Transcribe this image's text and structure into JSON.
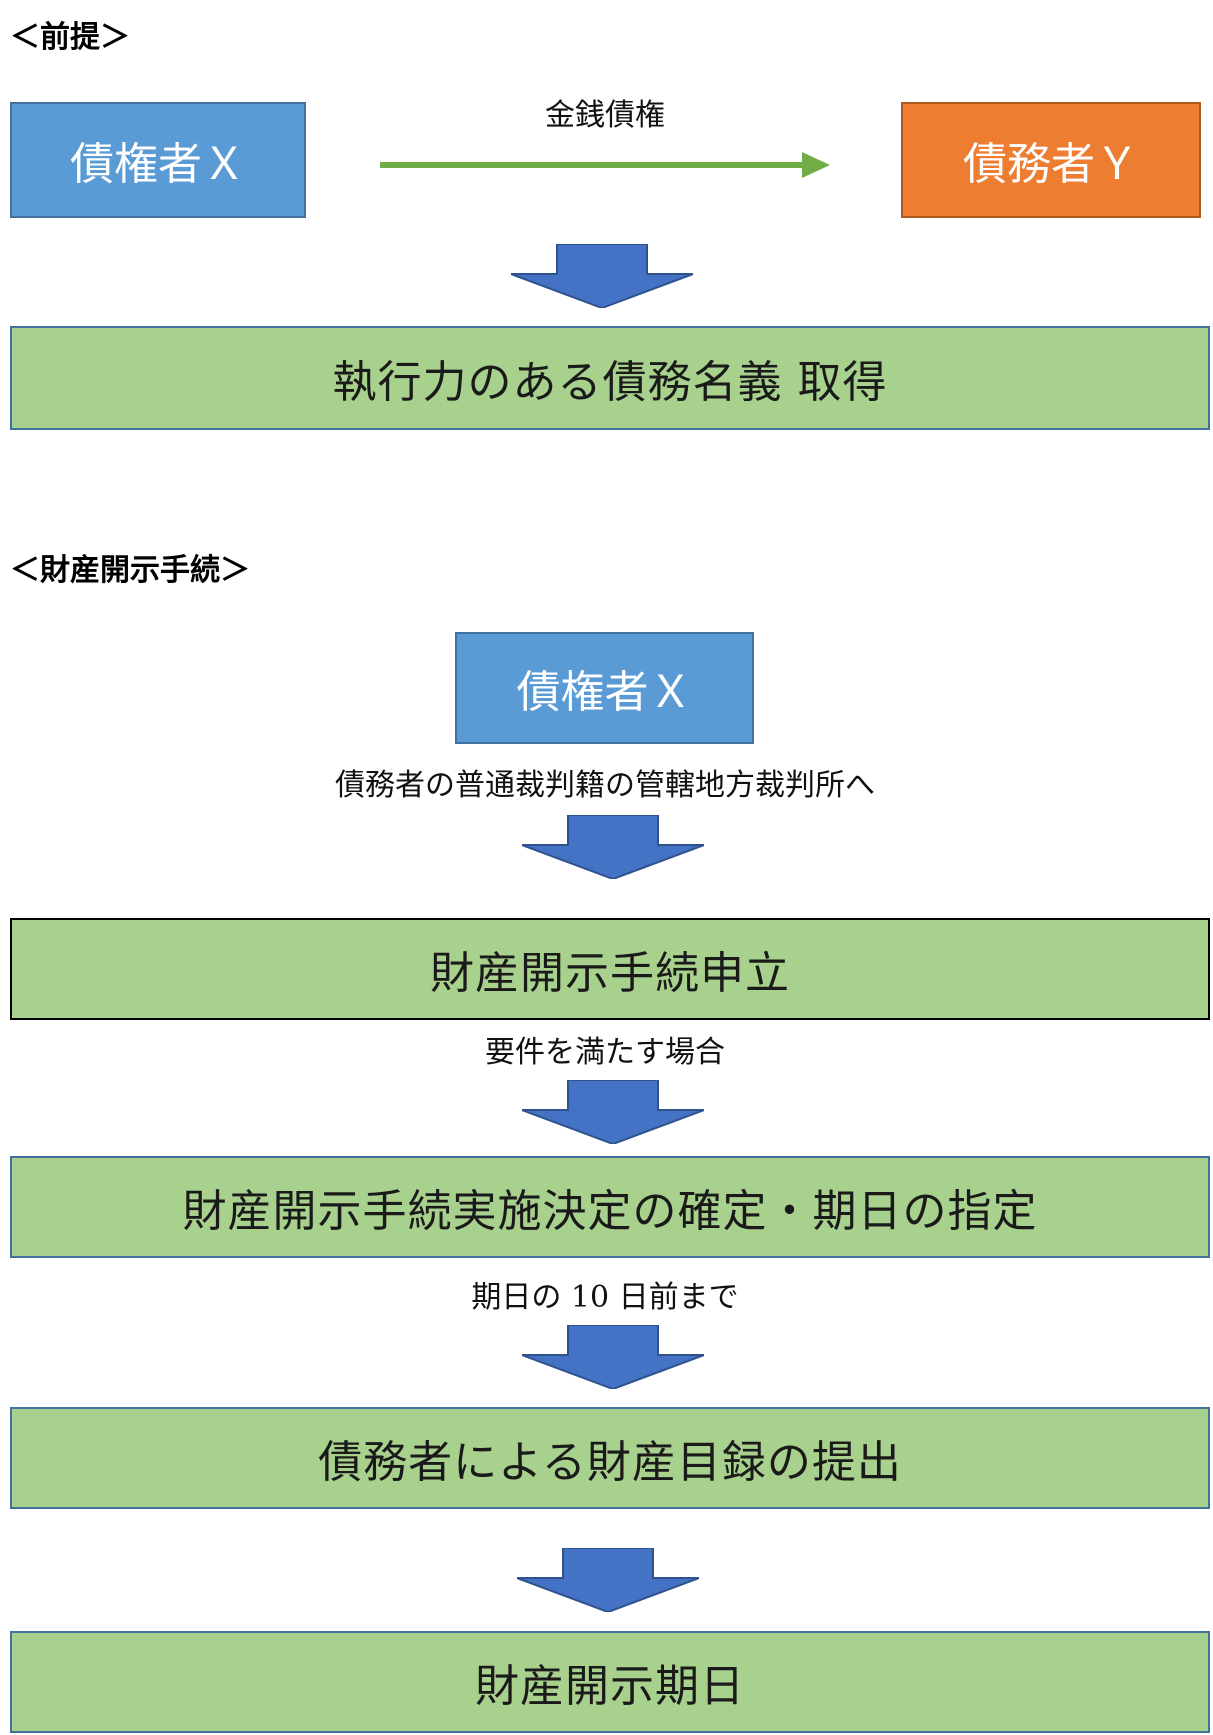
{
  "premise": {
    "heading": "＜前提＞",
    "creditor_label": "債権者Ｘ",
    "debtor_label": "債務者Ｙ",
    "relation_label": "金銭債権",
    "result_label": "執行力のある債務名義 取得"
  },
  "procedure": {
    "heading": "＜財産開示手続＞",
    "creditor_label": "債権者Ｘ",
    "note_1": "債務者の普通裁判籍の管轄地方裁判所へ",
    "step_1": "財産開示手続申立",
    "note_2": "要件を満たす場合",
    "step_2": "財産開示手続実施決定の確定・期日の指定",
    "note_3": "期日の 10 日前まで",
    "step_3": "債務者による財産目録の提出",
    "step_4": "財産開示期日"
  },
  "colors": {
    "creditor_fill": "#5b9bd5",
    "debtor_fill": "#ed7d31",
    "step_fill": "#a9d18e",
    "arrow_fill": "#4472c4",
    "relation_arrow": "#70ad47"
  },
  "icons": {
    "down_arrow": "down-arrow-icon",
    "relation_arrow": "right-arrow-icon"
  }
}
